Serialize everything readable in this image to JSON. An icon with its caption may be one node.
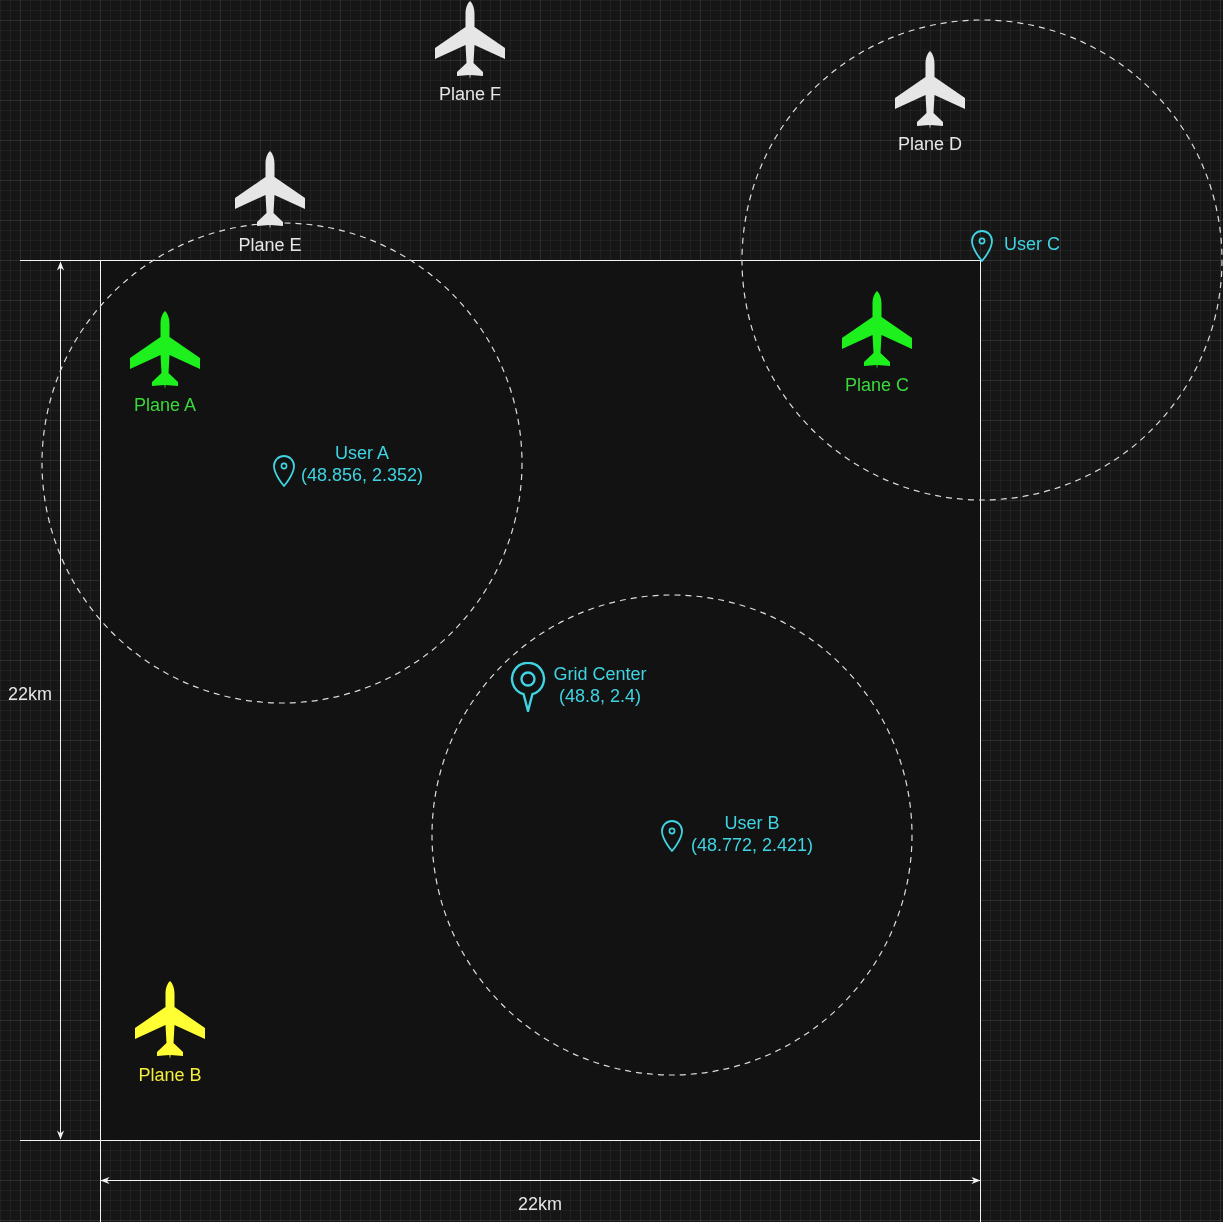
{
  "diagram": {
    "labels": [
      "Plane F",
      "Plane D",
      "Plane E",
      "User C",
      "Plane A",
      "Plane C",
      "User A (48.856, 2.352)",
      "22km",
      "Grid Center (48.8, 2.4)",
      "User B (48.772, 2.421)",
      "Plane B",
      "22km"
    ]
  }
}
